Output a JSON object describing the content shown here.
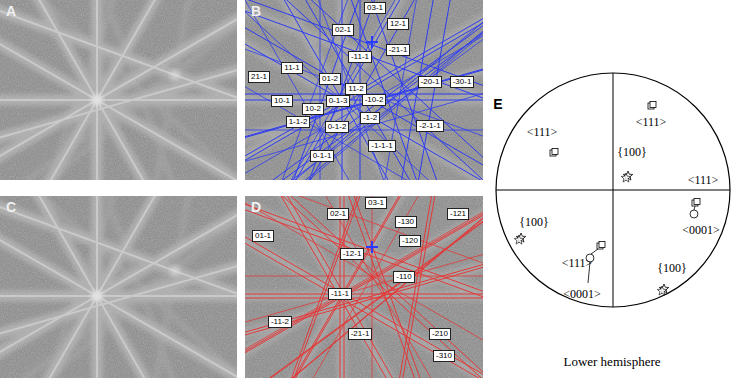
{
  "diagram": {
    "nodes": [
      {
        "text": [
          "A"
        ]
      },
      {
        "text": [
          "B"
        ]
      },
      {
        "text": [
          "03-1"
        ],
        "in": 1
      },
      {
        "text": [
          "12-1"
        ],
        "in": 1
      },
      {
        "text": [
          "02-1"
        ],
        "in": 1
      },
      {
        "text": [
          "-11-1"
        ],
        "in": 1
      },
      {
        "text": [
          "-21-1"
        ],
        "in": 1
      },
      {
        "text": [
          "21-1"
        ],
        "in": 1
      },
      {
        "text": [
          "11-1"
        ],
        "in": 1
      },
      {
        "text": [
          "01-2"
        ],
        "in": 1
      },
      {
        "text": [
          "11-2"
        ],
        "in": 1
      },
      {
        "text": [
          "-20-1"
        ],
        "in": 1
      },
      {
        "text": [
          "-30-1"
        ],
        "in": 1
      },
      {
        "text": [
          "0-1-3"
        ],
        "in": 1
      },
      {
        "text": [
          "-10-2"
        ],
        "in": 1
      },
      {
        "text": [
          "10-1"
        ],
        "in": 1
      },
      {
        "text": [
          "10-2"
        ],
        "in": 1
      },
      {
        "text": [
          "1-1-2"
        ],
        "in": 1
      },
      {
        "text": [
          "0-1-2"
        ],
        "in": 1
      },
      {
        "text": [
          "-1-2"
        ],
        "in": 1
      },
      {
        "text": [
          "-2-1-1"
        ],
        "in": 1
      },
      {
        "text": [
          "0-1-1"
        ],
        "in": 1
      },
      {
        "text": [
          "-1-1-1"
        ],
        "in": 1
      },
      {
        "text": [
          "C"
        ]
      },
      {
        "text": [
          "D"
        ]
      },
      {
        "text": [
          "03-1"
        ],
        "in": 24
      },
      {
        "text": [
          "02-1"
        ],
        "in": 24
      },
      {
        "text": [
          "01-1"
        ],
        "in": 24
      },
      {
        "text": [
          "-12-1"
        ],
        "in": 24
      },
      {
        "text": [
          "-130"
        ],
        "in": 24
      },
      {
        "text": [
          "-121"
        ],
        "in": 24
      },
      {
        "text": [
          "-120"
        ],
        "in": 24
      },
      {
        "text": [
          "-110"
        ],
        "in": 24
      },
      {
        "text": [
          "-11-1"
        ],
        "in": 24
      },
      {
        "text": [
          "-11-2"
        ],
        "in": 24
      },
      {
        "text": [
          "-21-1"
        ],
        "in": 24
      },
      {
        "text": [
          "-210"
        ],
        "in": 24
      },
      {
        "text": [
          "-310"
        ],
        "in": 24
      }
    ],
    "labels": [
      "E",
      "<111>",
      "<111>",
      "{100}",
      "<111>",
      "<0001>",
      "{100}",
      "<111>",
      "<0001>",
      "{100}",
      "Lower hemisphere"
    ]
  }
}
